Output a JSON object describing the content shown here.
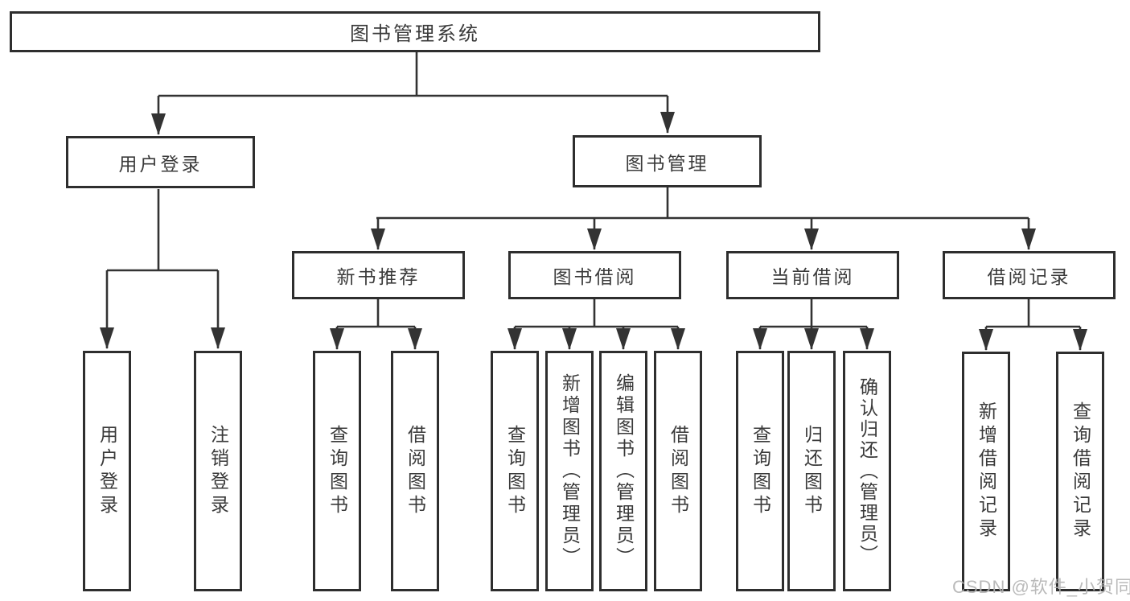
{
  "tree": {
    "root": {
      "label": "图书管理系统"
    },
    "children": [
      {
        "label": "用户登录",
        "children": [
          {
            "label": "用户登录"
          },
          {
            "label": "注销登录"
          }
        ]
      },
      {
        "label": "图书管理",
        "children": [
          {
            "label": "新书推荐",
            "children": [
              {
                "label": "查询图书"
              },
              {
                "label": "借阅图书"
              }
            ]
          },
          {
            "label": "图书借阅",
            "children": [
              {
                "label": "查询图书"
              },
              {
                "label": "新增图书（管理员）"
              },
              {
                "label": "编辑图书（管理员）"
              },
              {
                "label": "借阅图书"
              }
            ]
          },
          {
            "label": "当前借阅",
            "children": [
              {
                "label": "查询图书"
              },
              {
                "label": "归还图书"
              },
              {
                "label": "确认归还（管理员）"
              }
            ]
          },
          {
            "label": "借阅记录",
            "children": [
              {
                "label": "新增借阅记录"
              },
              {
                "label": "查询借阅记录"
              }
            ]
          }
        ]
      }
    ]
  },
  "watermark": {
    "text": "CSDN @软件_小贺同学"
  },
  "colors": {
    "line": "#333333",
    "border": "#2e2e2e",
    "text": "#3a3a3a",
    "watermark": "#b3b3b3",
    "background": "#ffffff"
  }
}
